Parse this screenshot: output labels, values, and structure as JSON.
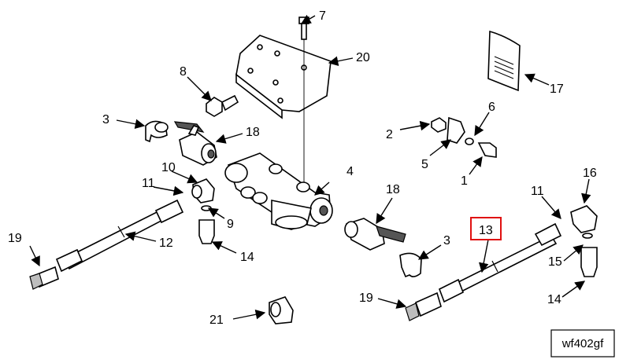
{
  "callouts": {
    "c1": "1",
    "c2": "2",
    "c3a": "3",
    "c3b": "3",
    "c4": "4",
    "c5": "5",
    "c6": "6",
    "c7": "7",
    "c8": "8",
    "c9": "9",
    "c10": "10",
    "c11a": "11",
    "c11b": "11",
    "c12": "12",
    "c13": "13",
    "c14a": "14",
    "c14b": "14",
    "c15": "15",
    "c16": "16",
    "c17": "17",
    "c18a": "18",
    "c18b": "18",
    "c19a": "19",
    "c19b": "19",
    "c20": "20",
    "c21": "21"
  },
  "highlighted_callout": "13",
  "highlight_color": "#e01010",
  "reference_code": "wf402gf"
}
